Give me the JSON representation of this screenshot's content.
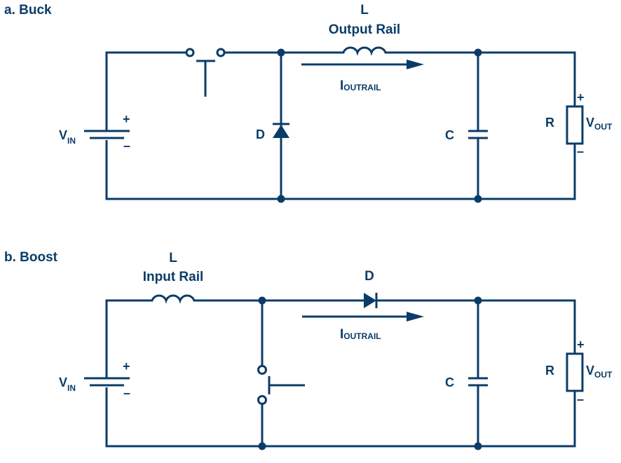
{
  "colors": {
    "ink": "#0b3c68",
    "background": "#ffffff"
  },
  "panels": [
    {
      "id": "buck",
      "title": "a. Buck",
      "inductor": {
        "name": "L",
        "label": "Output Rail"
      },
      "current": {
        "main": "I",
        "sub": "OUTRAIL"
      },
      "source": {
        "main": "V",
        "sub": "IN",
        "plus": "+",
        "minus": "–"
      },
      "diode": {
        "label": "D"
      },
      "capacitor": {
        "label": "C"
      },
      "resistor": {
        "label": "R"
      },
      "output": {
        "main": "V",
        "sub": "OUT",
        "plus": "+",
        "minus": "–"
      }
    },
    {
      "id": "boost",
      "title": "b. Boost",
      "inductor": {
        "name": "L",
        "label": "Input Rail"
      },
      "current": {
        "main": "I",
        "sub": "OUTRAIL"
      },
      "source": {
        "main": "V",
        "sub": "IN",
        "plus": "+",
        "minus": "–"
      },
      "diode": {
        "label": "D"
      },
      "capacitor": {
        "label": "C"
      },
      "resistor": {
        "label": "R"
      },
      "output": {
        "main": "V",
        "sub": "OUT",
        "plus": "+",
        "minus": "–"
      }
    }
  ]
}
